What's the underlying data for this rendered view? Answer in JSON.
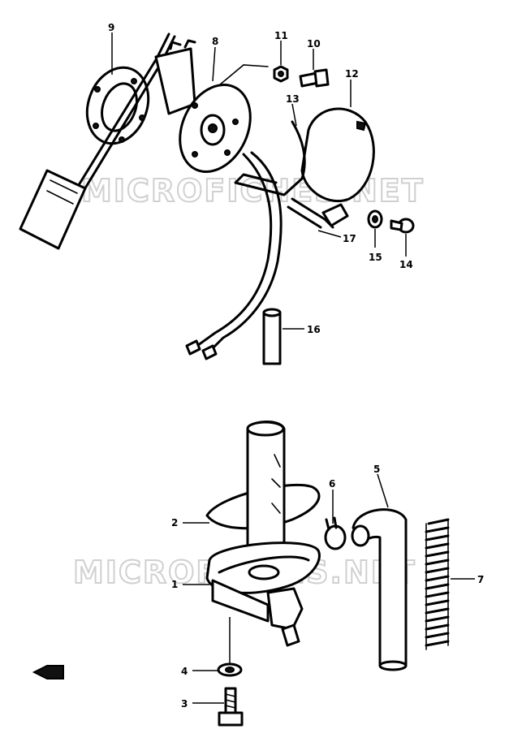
{
  "watermark": "MICROFICHES.NET",
  "callouts": [
    {
      "id": "c9",
      "label": "9"
    },
    {
      "id": "c8",
      "label": "8"
    },
    {
      "id": "c11",
      "label": "11"
    },
    {
      "id": "c10",
      "label": "10"
    },
    {
      "id": "c12",
      "label": "12"
    },
    {
      "id": "c13",
      "label": "13"
    },
    {
      "id": "c17",
      "label": "17"
    },
    {
      "id": "c15",
      "label": "15"
    },
    {
      "id": "c14",
      "label": "14"
    },
    {
      "id": "c16",
      "label": "16"
    },
    {
      "id": "c6",
      "label": "6"
    },
    {
      "id": "c5",
      "label": "5"
    },
    {
      "id": "c2",
      "label": "2"
    },
    {
      "id": "c1",
      "label": "1"
    },
    {
      "id": "c7",
      "label": "7"
    },
    {
      "id": "c4",
      "label": "4"
    },
    {
      "id": "c3",
      "label": "3"
    }
  ]
}
